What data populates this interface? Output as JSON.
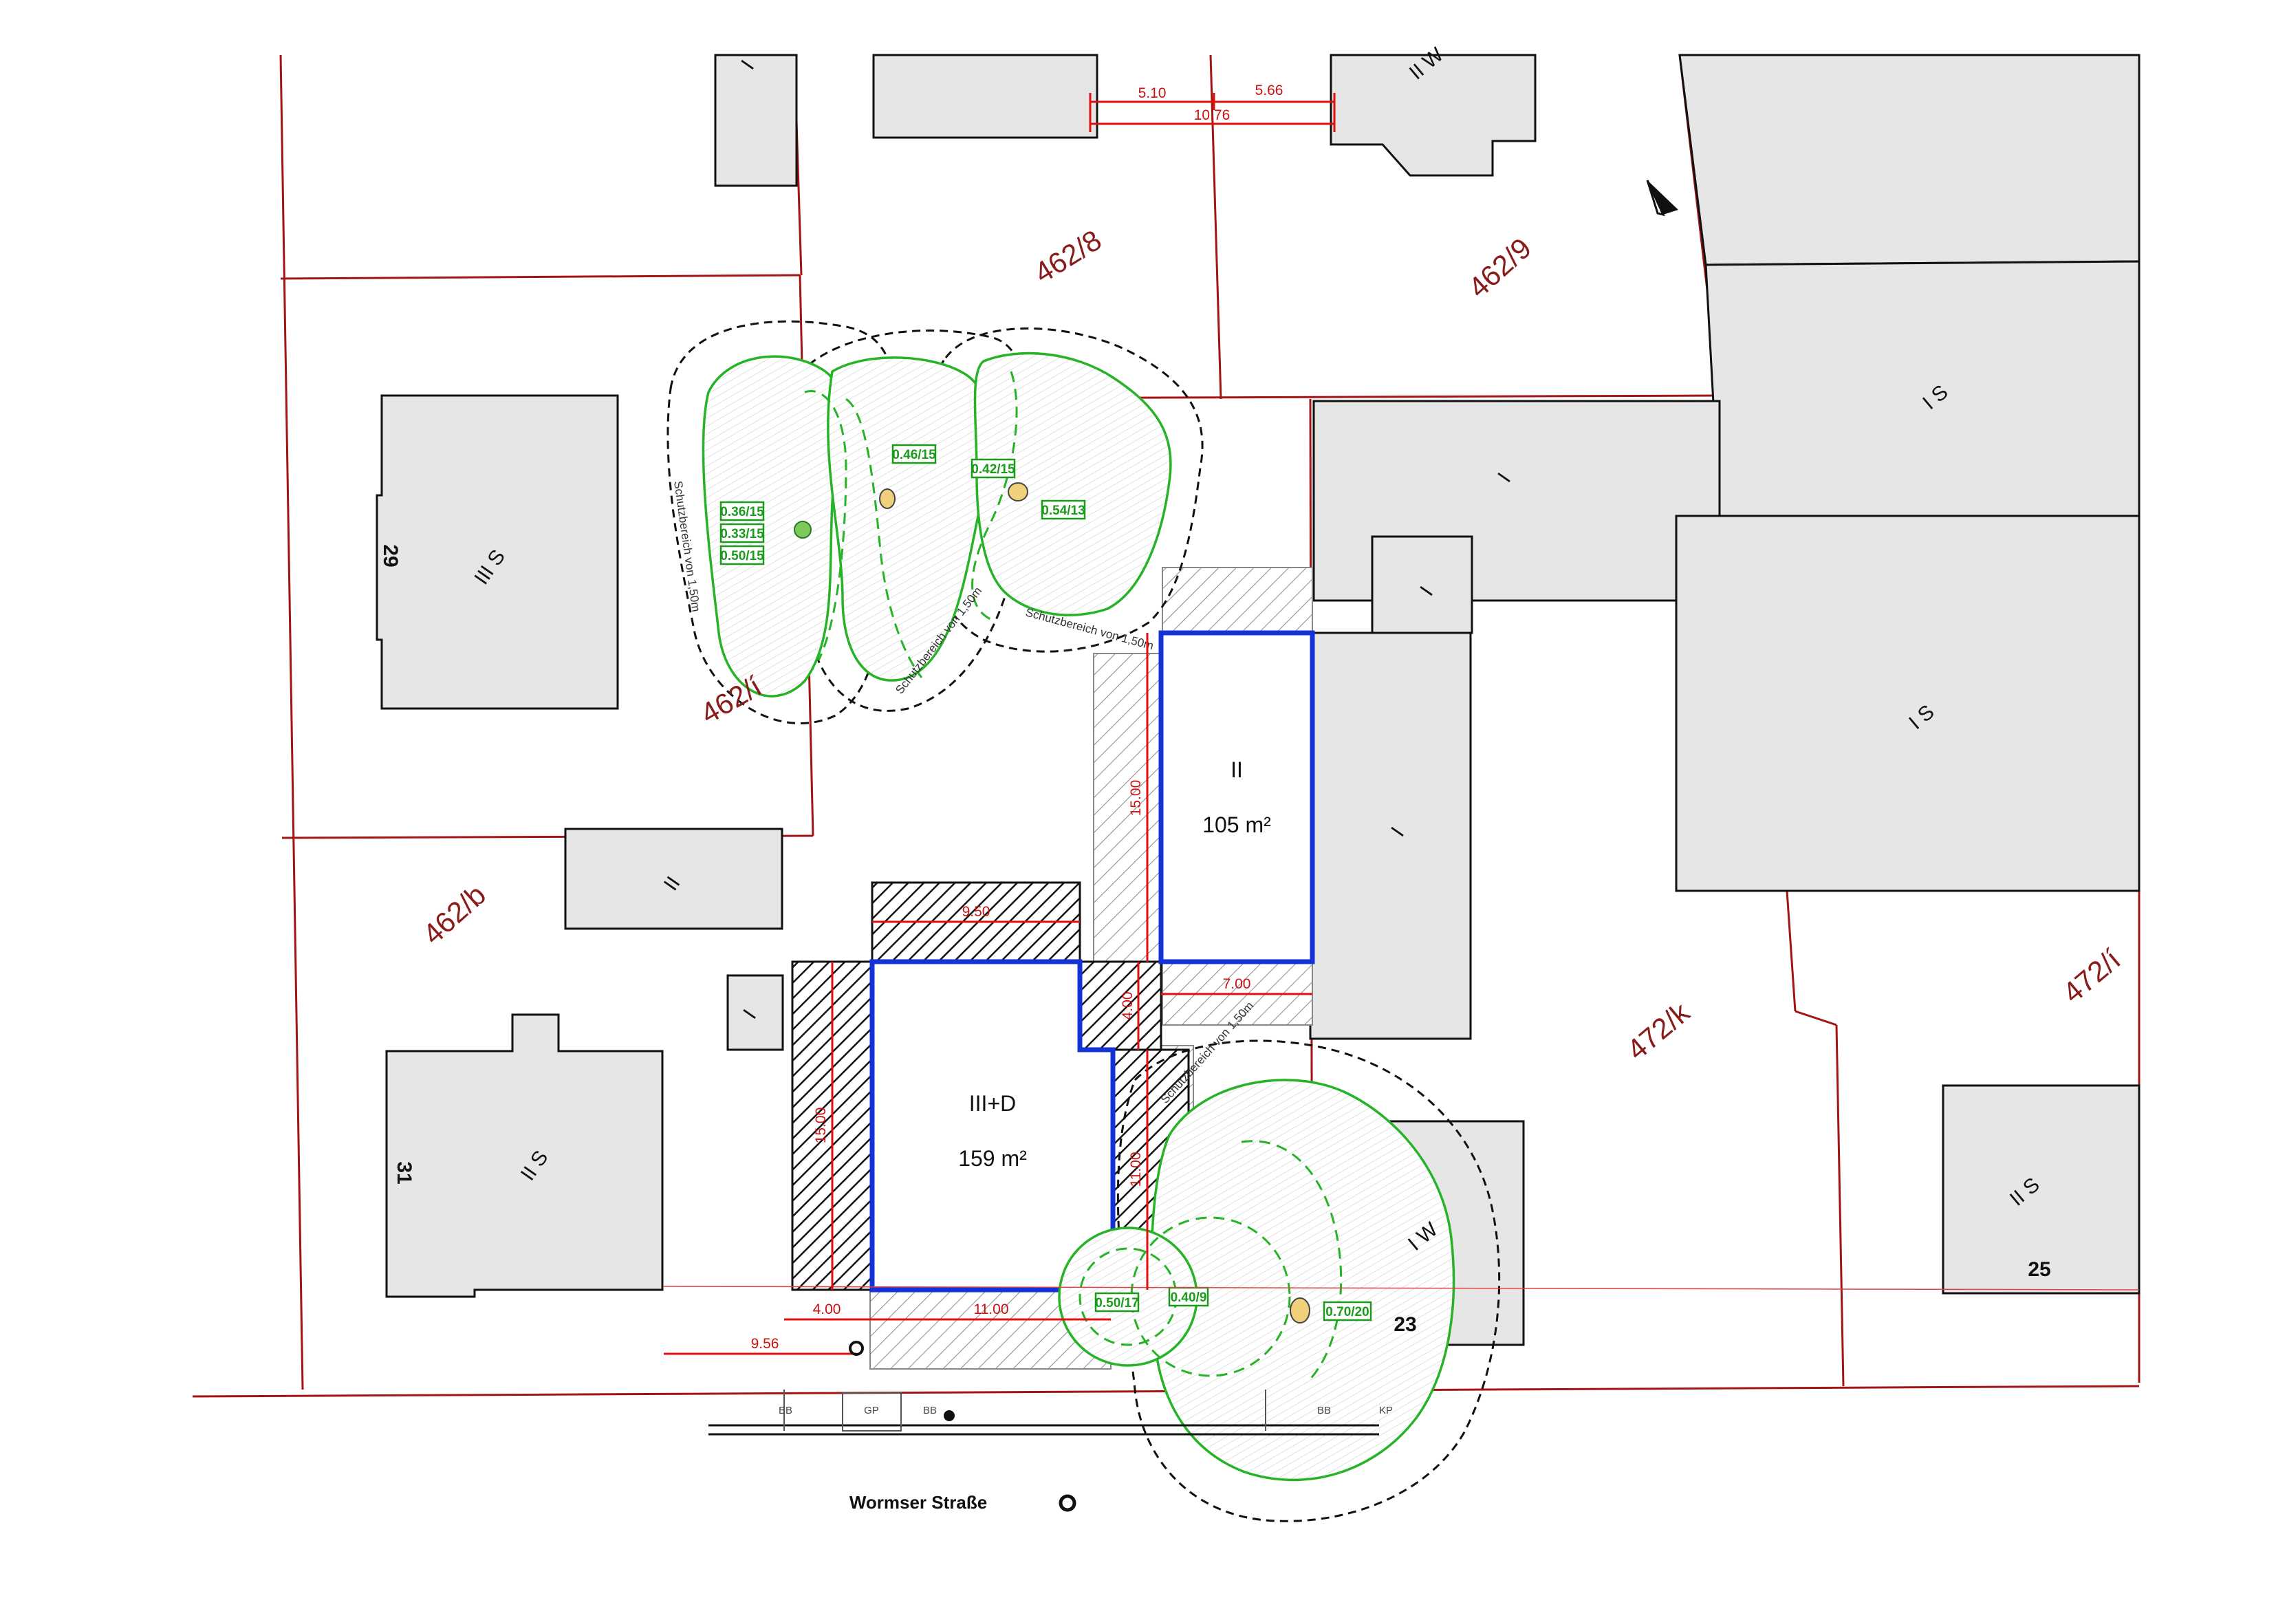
{
  "parcels": [
    "462/8",
    "462/9",
    "462/í",
    "462/b",
    "472/k",
    "472/í"
  ],
  "storeys": {
    "top_left": "I",
    "top_mid": "II W",
    "left_29": "III S",
    "right_top": "I S",
    "mid_right_1": "I",
    "mid_right_2": "I",
    "right_big": "I S",
    "mid_right_3": "I",
    "left_mid": "II",
    "left_small": "I",
    "left_31": "II S",
    "bottom_right_w": "I W",
    "right_bottom": "II S"
  },
  "house_numbers": {
    "n29": "29",
    "n31": "31",
    "n25": "25",
    "n23": "23"
  },
  "new_buildings": [
    {
      "storeys": "II",
      "area": "105 m²"
    },
    {
      "storeys": "III+D",
      "area": "159 m²"
    }
  ],
  "dimensions": {
    "top_a": "5.10",
    "top_b": "5.66",
    "top_total": "10.76",
    "upper_depth": "15.00",
    "upper_width": "7.00",
    "lower_top_width": "9.50",
    "lower_depth": "15.00",
    "gap": "4.00",
    "lower_right_depth": "11.00",
    "lower_bottom_width": "11.00",
    "left_offset_a": "4.00",
    "left_offset_b": "9.56"
  },
  "protection_label": "Schutzbereich von 1,50m",
  "protection_label_partial": "Schutzbereich von 1,50m",
  "trees": {
    "t1": [
      "0.36/15",
      "0.33/15",
      "0.50/15"
    ],
    "t2": "0.46/15",
    "t3": "0.42/15",
    "t4": "0.54/13",
    "t5": "0.50/17",
    "t6": "0.40/9",
    "t7": "0.70/20"
  },
  "street_labels": {
    "bb1": "BB",
    "gp": "GP",
    "bb2": "BB",
    "bb3": "BB",
    "kp": "KP"
  },
  "street_name": "Wormser Straße",
  "colors": {
    "plot_line": "#a31515",
    "new_building": "#1433d6",
    "dimension": "#e01010",
    "tree": "#27b327"
  }
}
